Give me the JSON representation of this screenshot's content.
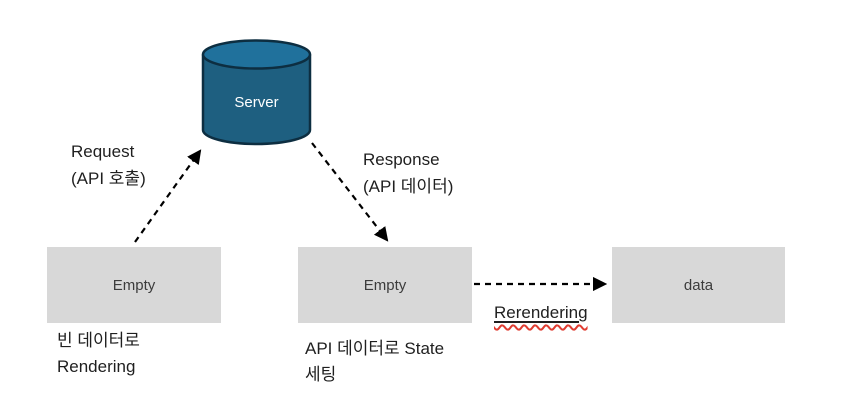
{
  "server": {
    "label": "Server"
  },
  "boxes": {
    "left": {
      "label": "Empty"
    },
    "middle": {
      "label": "Empty"
    },
    "right": {
      "label": "data"
    }
  },
  "captions": {
    "left": {
      "line1": "빈 데이터로",
      "line2": "Rendering"
    },
    "middle": {
      "line1": "API 데이터로 State",
      "line2": "세팅"
    }
  },
  "arrows": {
    "request": {
      "line1": "Request",
      "line2": "(API 호출)"
    },
    "response": {
      "line1": "Response",
      "line2": "(API 데이터)"
    },
    "rerender": {
      "label": "Rerendering"
    }
  },
  "colors": {
    "server_body_fill": "#1e5f80",
    "server_top_fill": "#20719c",
    "server_stroke": "#0d2e41",
    "box_fill": "#d8d8d8",
    "arrow_stroke": "#000000",
    "spellcheck_underline": "#e03c31"
  }
}
